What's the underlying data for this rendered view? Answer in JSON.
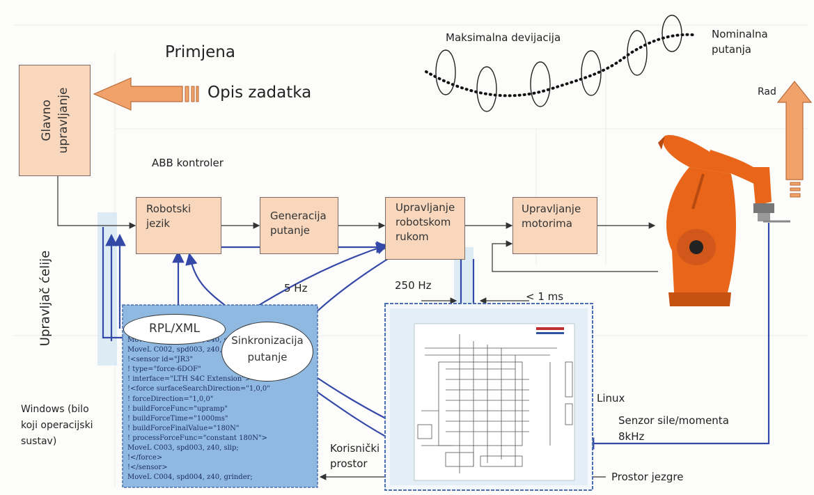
{
  "colors": {
    "accent_blue": "#3448a8",
    "box_fill": "#f8d7bd",
    "arrow_orange": "#f1a26a",
    "robot_orange": "#e8651a",
    "panel_blue": "#8fb9e0"
  },
  "labels": {
    "application": "Primjena",
    "task_description": "Opis zadatka",
    "abb_controller": "ABB kontroler",
    "cell_controller": "Upravljač ćelije",
    "max_deviation": "Maksimalna devijacija",
    "nominal_path": [
      "Nominalna",
      "putanja"
    ],
    "work": "Rad",
    "hz5": "5 Hz",
    "hz250": "250 Hz",
    "lt1ms": "< 1 ms",
    "linux": "Linux",
    "force_sensor": [
      "Senzor sile/momenta",
      "8kHz"
    ],
    "windows": [
      "Windows (bilo",
      "koji operacijski",
      "sustav)"
    ],
    "user_space": [
      "Korisnički",
      "prostor"
    ],
    "kernel_space": "Prostor jezgre"
  },
  "boxes": {
    "main_control": [
      "Glavno",
      "upravljanje"
    ],
    "robot_language": [
      "Robotski",
      "jezik"
    ],
    "path_generation": [
      "Generacija",
      "putanje"
    ],
    "arm_control": [
      "Upravljanje",
      "robotskom",
      "rukom"
    ],
    "motor_control": [
      "Upravljanje",
      "motorima"
    ]
  },
  "ellipses": {
    "rpl_xml": "RPL/XML",
    "path_sync": [
      "Sinkronizacija",
      "putanje"
    ]
  },
  "code_lines": [
    "MoveL C001, spd003, z40, sl",
    "MoveL C002, spd003, z40, sl",
    "!<sensor id=\"JR3\"",
    "!      type=\"force-6DOF\"",
    "!      interface=\"LTH S4C Extension\">",
    "!<force surfaceSearchDirection=\"1,0,0\"",
    "!      forceDirection=\"1,0,0\"",
    "!      buildForceFunc=\"upramp\"",
    "!      buildForceTime=\"1000ms\"",
    "!      buildForceFinalValue=\"180N\"",
    "!      processForceFunc=\"constant 180N\">",
    "   MoveL C003, spd003, z40, slip;",
    "!</force>",
    "!</sensor>",
    "MoveL C004, spd004, z40, grinder;"
  ]
}
